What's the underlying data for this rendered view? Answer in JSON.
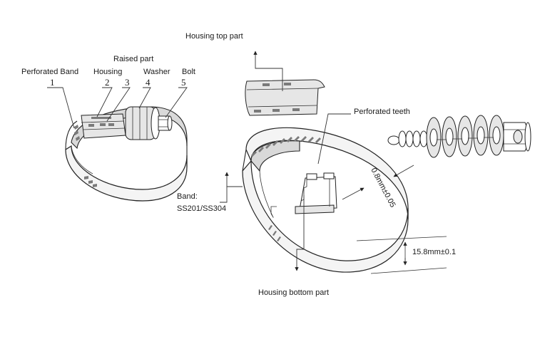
{
  "diagram": {
    "callouts": {
      "perforated_band": "Perforated Band",
      "raised_part": "Raised part",
      "housing": "Housing",
      "washer": "Washer",
      "bolt": "Bolt",
      "housing_top_part": "Housing top part",
      "perforated_teeth": "Perforated teeth",
      "band_title": "Band:",
      "band_material": "SS201/SS304",
      "housing_bottom_part": "Housing bottom part"
    },
    "part_numbers": [
      "1",
      "2",
      "3",
      "4",
      "5"
    ],
    "dimensions": {
      "thickness": "0.8mm±0.05",
      "width": "15.8mm±0.1"
    }
  }
}
